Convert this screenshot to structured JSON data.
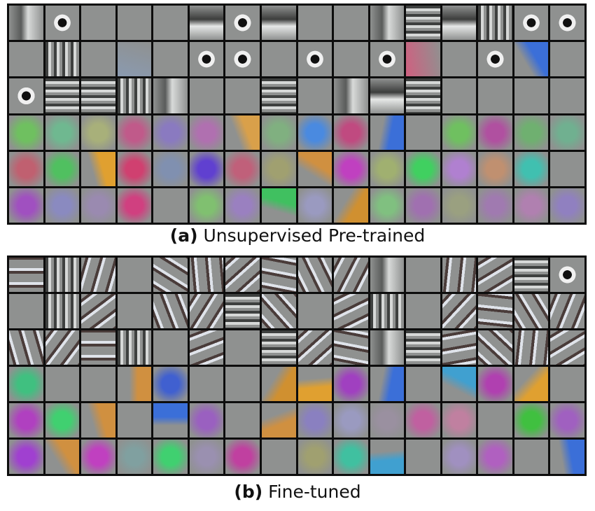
{
  "figure": {
    "panel_a": {
      "label": "(a)",
      "caption": "Unsupervised Pre-trained"
    },
    "panel_b": {
      "label": "(b)",
      "caption": "Fine-tuned"
    }
  },
  "grid": {
    "columns": 16,
    "rows": 6
  },
  "colors": {
    "gray": "#8f9190",
    "frame": "#0d0d0d",
    "green": "#5fc46f",
    "magenta": "#b3489a",
    "purple": "#8a6dd0",
    "blue": "#3b6fd8",
    "orange": "#d99a3a",
    "teal": "#4db8a8"
  },
  "panel_a_tiles": [
    [
      "vbar",
      "checker",
      "gray",
      "gray",
      "gray",
      "hbar",
      "checker",
      "hbar",
      "gray",
      "gray",
      "vbar",
      "hstripes",
      "hbar",
      "vstripes",
      "checker",
      "checker"
    ],
    [
      "gray",
      "vstripes",
      "gray",
      "color:#8a9ab0",
      "gray",
      "checker",
      "checker",
      "gray",
      "checker",
      "gray",
      "checker",
      "color:#d06080",
      "gray",
      "checker",
      "diag:#3b6fd8",
      "gray"
    ],
    [
      "checker",
      "hstripes",
      "hstripes",
      "vstripes",
      "vbar",
      "gray",
      "gray",
      "hstripes",
      "gray",
      "vbar",
      "hbar",
      "hstripes",
      "gray",
      "gray",
      "gray",
      "gray"
    ],
    [
      "blob:#6fc060",
      "blob:#6fb890",
      "blob:#a8b07a",
      "blob:#c05a8a",
      "blob:#8a7ac0",
      "blob:#b070b0",
      "diag:#d9a04a",
      "blob:#80b080",
      "blob:#4a8ae0",
      "blob:#c04a80",
      "diag:#3b6fd8",
      "gray",
      "blob:#6fc060",
      "blob:#b050a0",
      "blob:#6fb070",
      "blob:#70b090"
    ],
    [
      "blob:#c06070",
      "blob:#50c060",
      "diag:#e0a030",
      "blob:#d04070",
      "blob:#8090b0",
      "blob:#6040d0",
      "blob:#c0607a",
      "blob:#a0a070",
      "diag:#d09040",
      "blob:#c040c0",
      "blob:#a0b070",
      "blob:#40d060",
      "blob:#b080d0",
      "blob:#c09070",
      "blob:#40c0b0",
      "gray"
    ],
    [
      "blob:#a050c0",
      "blob:#8a8ac0",
      "blob:#9a8ab0",
      "blob:#d04080",
      "gray",
      "blob:#80c070",
      "blob:#9a80c0",
      "diag:#40c060",
      "blob:#9a9ac0",
      "diag:#d09030",
      "blob:#80c080",
      "blob:#a070b0",
      "blob:#9aa080",
      "blob:#a07ab0",
      "blob:#b080b0",
      "blob:#9080c0"
    ]
  ],
  "panel_b_tiles": [
    [
      "diag",
      "vstripes",
      "diag",
      "gray",
      "diag",
      "diag",
      "diag",
      "diag",
      "diag",
      "diag",
      "vbar",
      "gray",
      "diag",
      "diag",
      "hstripes",
      "checker"
    ],
    [
      "gray",
      "vstripes",
      "diag",
      "gray",
      "diag",
      "diag",
      "hstripes",
      "diag",
      "gray",
      "diag",
      "vstripes",
      "gray",
      "diag",
      "diag",
      "diag",
      "diag"
    ],
    [
      "diag",
      "diag",
      "diag",
      "vstripes",
      "gray",
      "diag",
      "gray",
      "hstripes",
      "diag",
      "diag",
      "vbar",
      "hstripes",
      "diag",
      "diag",
      "diag",
      "diag"
    ],
    [
      "blob:#40c080",
      "gray",
      "gray",
      "diag:#d09040",
      "blob:#4060d0",
      "gray",
      "gray",
      "diag:#d09030",
      "diag:#e0a030",
      "blob:#a040c0",
      "diag:#3b6fd8",
      "gray",
      "diag:#40a0d0",
      "blob:#b040b0",
      "diag:#e0a030",
      "gray"
    ],
    [
      "blob:#b040c0",
      "blob:#40d070",
      "diag:#d09040",
      "gray",
      "diag:#3b6fd8",
      "blob:#9a60c0",
      "gray",
      "diag:#d09040",
      "blob:#8a80c0",
      "blob:#9a9ac0",
      "blob:#9a90a0",
      "blob:#c060a0",
      "blob:#c080a0",
      "gray",
      "blob:#40c040",
      "blob:#a060c0"
    ],
    [
      "blob:#a040d0",
      "diag:#d09040",
      "blob:#c040c0",
      "blob:#80a0a0",
      "blob:#40d070",
      "blob:#9a90b0",
      "blob:#c040a0",
      "gray",
      "blob:#a0a070",
      "blob:#40c0a0",
      "diag:#40a0d0",
      "gray",
      "blob:#a090c0",
      "blob:#b060c0",
      "gray",
      "diag:#3b6fd8"
    ]
  ]
}
